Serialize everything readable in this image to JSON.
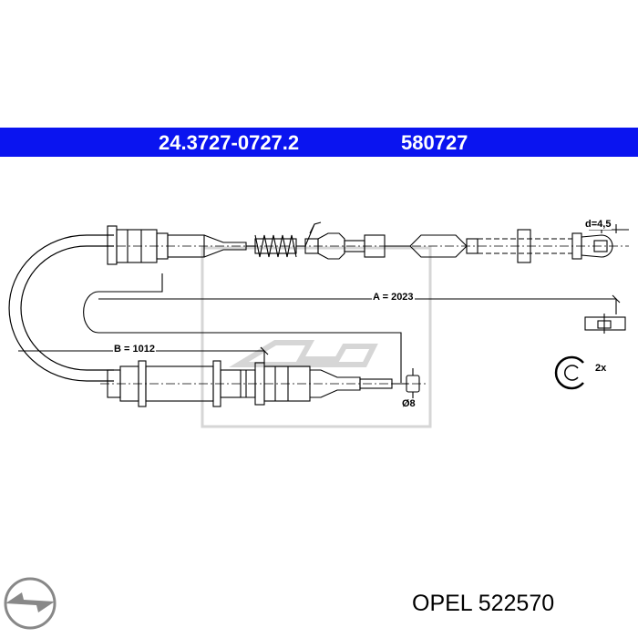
{
  "header": {
    "part_number": "24.3727-0727.2",
    "reference_number": "580727",
    "bar_color": "#0a14f0"
  },
  "drawing": {
    "dimension_a": "A = 2023",
    "dimension_b": "B = 1012",
    "diameter_d": "d=4,5",
    "diameter_pin": "Ø8",
    "clip_quantity": "2x",
    "watermark_icon": "ate-logo-icon"
  },
  "footer": {
    "brand_logo_icon": "opel-logo-icon",
    "caption": "OPEL 522570"
  }
}
